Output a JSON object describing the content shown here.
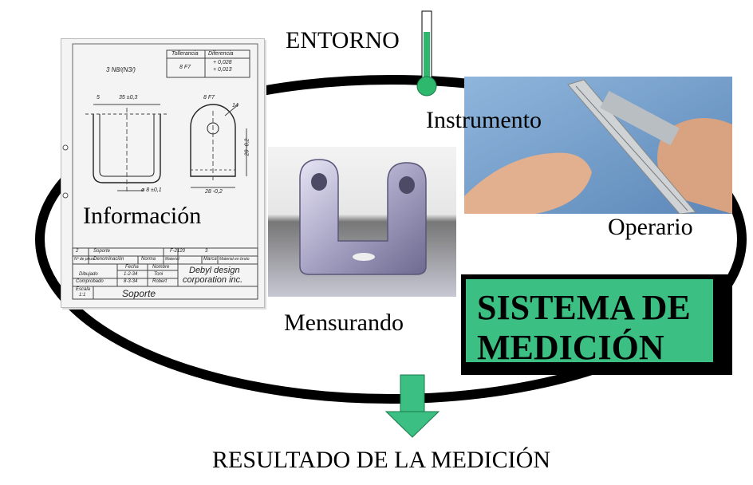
{
  "diagram": {
    "entorno": "ENTORNO",
    "instrumento": "Instrumento",
    "informacion": "Información",
    "operario": "Operario",
    "mensurando": "Mensurando",
    "sistema_line1": "SISTEMA DE",
    "sistema_line2": "MEDICIÓN",
    "resultado": "RESULTADO DE LA MEDICIÓN"
  },
  "drawing": {
    "tol_header_1": "Tollerancia",
    "tol_header_2": "Diferencia",
    "tol_fit": "8 F7",
    "tol_diff_1": "+ 0,028",
    "tol_diff_2": "+ 0,013",
    "surface_note": "3 N8/(N3/)",
    "dim_35": "35 ±0,3",
    "dim_5": "5",
    "dim_8f7": "8 F7",
    "dim_14": "14",
    "dim_20": "20 -0,2",
    "dim_28": "28 -0,2",
    "dim_08": "ø 8 ±0,1",
    "tb_row1a": "2",
    "tb_row1b": "Soporte",
    "tb_row1c": "F-2120",
    "tb_row1d": "3",
    "tb_hdr_num": "Nº de pieza",
    "tb_hdr_denom": "Denominación",
    "tb_hdr_norma": "Norma",
    "tb_hdr_material": "Material",
    "tb_hdr_marca": "Marca",
    "tb_hdr_bruto": "Material en bruto",
    "tb_fecha": "Fecha",
    "tb_nombre": "Nombre",
    "tb_dibujado": "Dibujado",
    "tb_dib_fecha": "1-2-34",
    "tb_dib_nombre": "Toni",
    "tb_comprobado": "Comprobado",
    "tb_comp_fecha": "8-3-34",
    "tb_comp_nombre": "Robert",
    "tb_company_1": "Debyl design",
    "tb_company_2": "corporation inc.",
    "tb_escala": "Escala",
    "tb_escala_val": "1:1",
    "tb_title": "Soporte"
  },
  "colors": {
    "green": "#3bbf82",
    "thermo_green": "#2db86e"
  }
}
